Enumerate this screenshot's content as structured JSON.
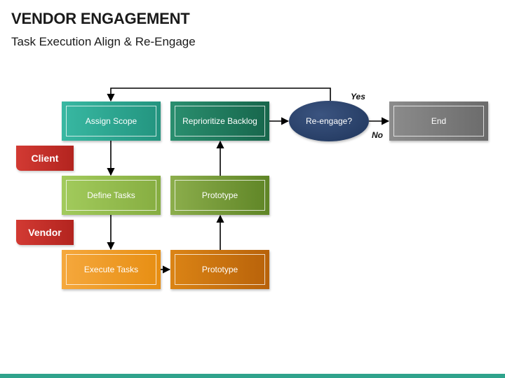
{
  "header": {
    "title": "VENDOR ENGAGEMENT",
    "subtitle": "Task Execution Align & Re-Engage"
  },
  "roles": {
    "client": "Client",
    "vendor": "Vendor"
  },
  "nodes": {
    "assign_scope": "Assign Scope",
    "reprioritize_backlog": "Reprioritize Backlog",
    "re_engage": "Re-engage?",
    "end": "End",
    "define_tasks": "Define Tasks",
    "prototype_top": "Prototype",
    "execute_tasks": "Execute Tasks",
    "prototype_bottom": "Prototype"
  },
  "branches": {
    "yes": "Yes",
    "no": "No"
  },
  "colors": {
    "assign_scope": "#2ea893",
    "reprioritize_backlog": "#1f7a5c",
    "define_tasks": "#95bd4e",
    "prototype_top": "#759a37",
    "execute_tasks": "#f09a28",
    "prototype_bottom": "#c9730f",
    "decision": "#2b4470",
    "end": "#7d7d7d",
    "role_tag": "#c52e28",
    "bottom_bar": "#2fa38c"
  }
}
